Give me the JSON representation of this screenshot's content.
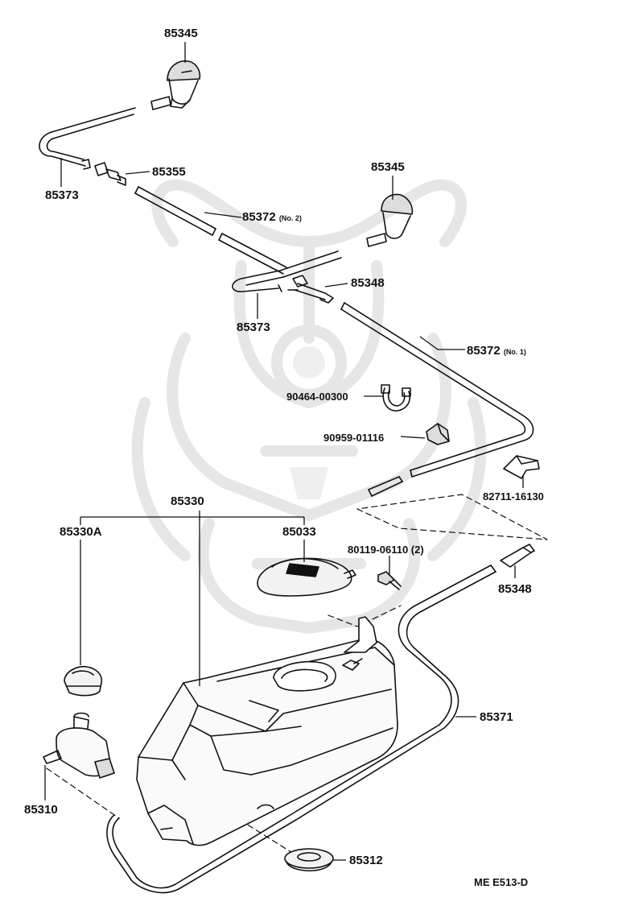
{
  "diagram": {
    "colors": {
      "ink": "#111111",
      "paper": "#ffffff",
      "watermark": "#e6e6e6"
    },
    "watermark": "samurai-helmet-emblem",
    "parts": [
      {
        "id": "nozzle_upper",
        "number": "85345",
        "name": "washer nozzle"
      },
      {
        "id": "nozzle_mid",
        "number": "85345",
        "name": "washer nozzle"
      },
      {
        "id": "hose_elbow_upper",
        "number": "85373",
        "name": "hose elbow"
      },
      {
        "id": "connector_upper",
        "number": "85355",
        "name": "hose connector"
      },
      {
        "id": "hose_no2",
        "number": "85372",
        "note": "(No. 2)",
        "name": "hose"
      },
      {
        "id": "hose_elbow_mid",
        "number": "85373",
        "name": "hose elbow"
      },
      {
        "id": "joint_upper",
        "number": "85348",
        "name": "hose joint"
      },
      {
        "id": "hose_no1",
        "number": "85372",
        "note": "(No. 1)",
        "name": "hose"
      },
      {
        "id": "clamp",
        "number": "90464-00300",
        "name": "clamp"
      },
      {
        "id": "clip_small",
        "number": "90959-01116",
        "name": "clip"
      },
      {
        "id": "bracket_clip",
        "number": "82711-16130",
        "name": "clip"
      },
      {
        "id": "tank_assy",
        "number": "85330",
        "name": "washer tank assy"
      },
      {
        "id": "tank_sub",
        "number": "85330A",
        "name": "tank sub-assembly"
      },
      {
        "id": "tank_cap",
        "number": "85033",
        "name": "tank cap"
      },
      {
        "id": "bolt",
        "number": "80119-06110 (2)",
        "name": "bolt"
      },
      {
        "id": "joint_lower",
        "number": "85348",
        "name": "hose joint"
      },
      {
        "id": "grommet_pump",
        "number": "",
        "name": "pump grommet"
      },
      {
        "id": "pump",
        "number": "85310",
        "name": "washer pump"
      },
      {
        "id": "hose_tank",
        "number": "85371",
        "name": "hose"
      },
      {
        "id": "grommet_tank",
        "number": "85312",
        "name": "tank grommet"
      }
    ],
    "reference": "ME  E513-D"
  }
}
